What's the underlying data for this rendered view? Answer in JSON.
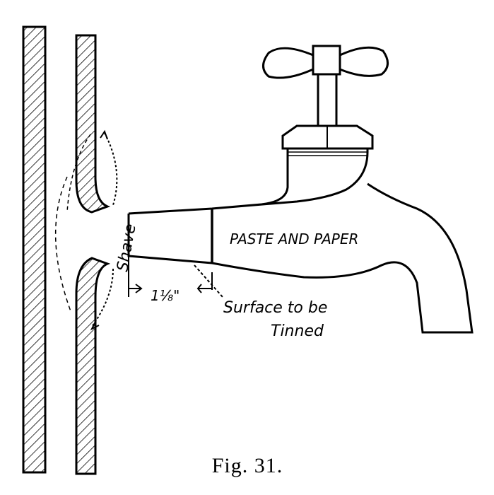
{
  "figure": {
    "labels": {
      "shave": "Shave",
      "paste_and_paper": "PASTE AND PAPER",
      "dimension": "1⅛\"",
      "surface_line1": "Surface to be",
      "surface_line2": "Tinned"
    },
    "caption": "Fig. 31."
  }
}
